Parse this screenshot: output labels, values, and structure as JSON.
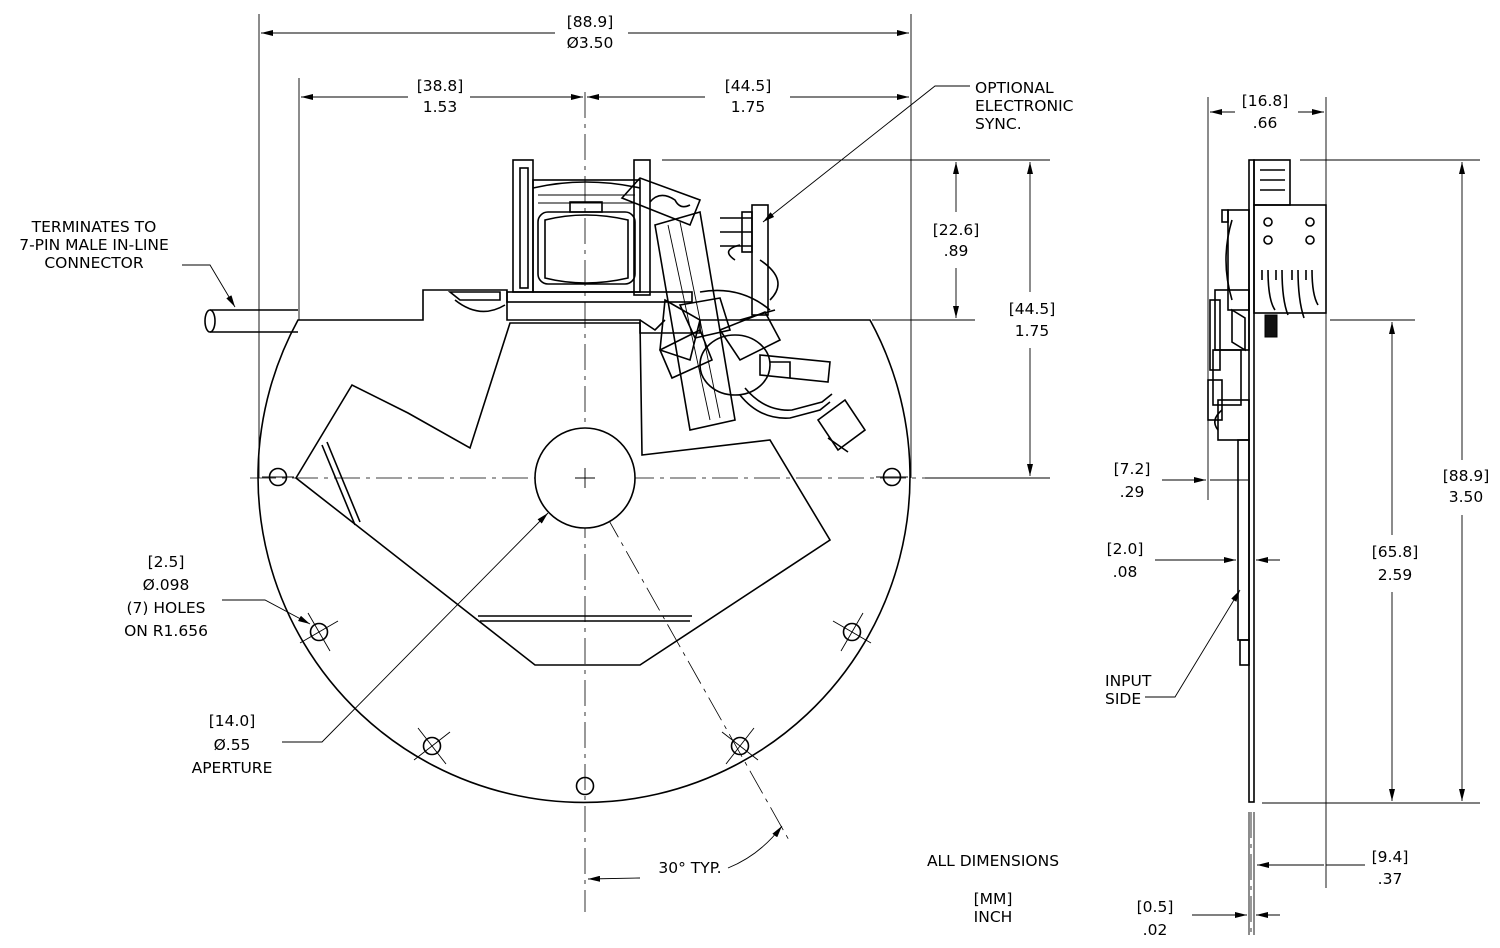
{
  "front_view": {
    "overall_diameter": {
      "mm": "[88.9]",
      "inch": "Ø3.50"
    },
    "left_offset": {
      "mm": "[38.8]",
      "inch": "1.53"
    },
    "right_offset": {
      "mm": "[44.5]",
      "inch": "1.75"
    },
    "top_height": {
      "mm": "[22.6]",
      "inch": ".89"
    },
    "center_height": {
      "mm": "[44.5]",
      "inch": "1.75"
    },
    "holes": {
      "mm": "[2.5]",
      "inch": "Ø.098",
      "count": "(7) HOLES",
      "radius": "ON R1.656"
    },
    "aperture": {
      "mm": "[14.0]",
      "inch": "Ø.55",
      "label": "APERTURE"
    },
    "angle": {
      "label": "30°  TYP."
    },
    "cable_note": [
      "TERMINATES TO",
      "7-PIN MALE IN-LINE",
      "CONNECTOR"
    ],
    "sync_note": [
      "OPTIONAL",
      "ELECTRONIC",
      "SYNC."
    ]
  },
  "side_view": {
    "width": {
      "mm": "[16.8]",
      "inch": ".66"
    },
    "offset_a": {
      "mm": "[7.2]",
      "inch": ".29"
    },
    "offset_b": {
      "mm": "[2.0]",
      "inch": ".08"
    },
    "total_height": {
      "mm": "[88.9]",
      "inch": "3.50"
    },
    "lower_height": {
      "mm": "[65.8]",
      "inch": "2.59"
    },
    "depth": {
      "mm": "[9.4]",
      "inch": ".37"
    },
    "blade": {
      "mm": "[0.5]",
      "inch": ".02"
    },
    "input_note": [
      "INPUT",
      "SIDE"
    ]
  },
  "units_note": {
    "line1": "ALL DIMENSIONS",
    "mm": "[MM]",
    "inch": "INCH"
  }
}
